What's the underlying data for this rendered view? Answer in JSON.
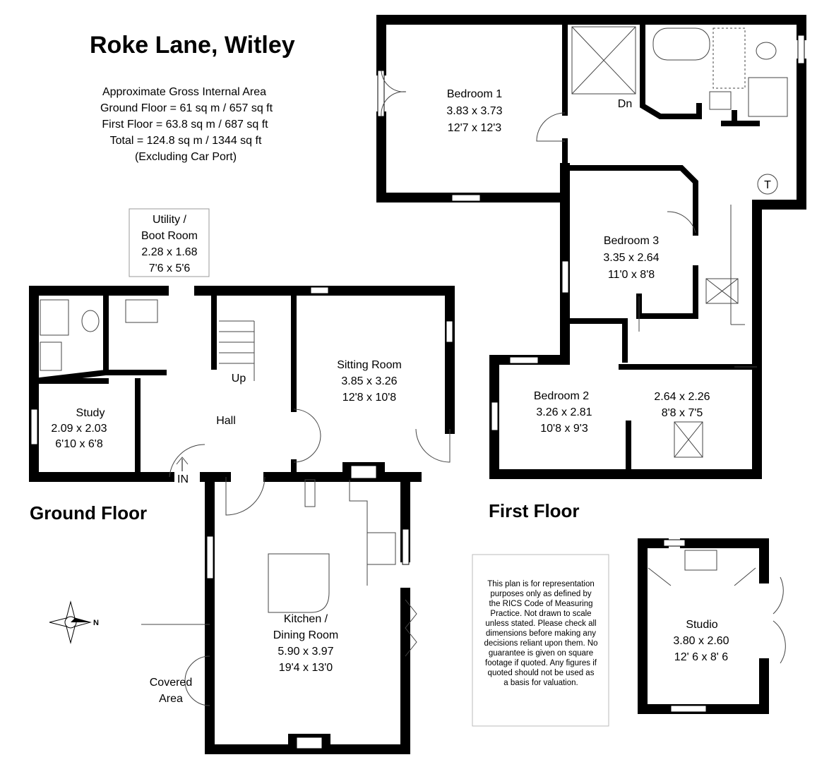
{
  "title": "Roke Lane, Witley",
  "area_summary": [
    "Approximate Gross Internal Area",
    "Ground Floor = 61 sq m / 657 sq ft",
    "First Floor = 63.8 sq m / 687 sq ft",
    "Total = 124.8 sq m / 1344 sq ft",
    "(Excluding Car Port)"
  ],
  "floors": {
    "ground": "Ground Floor",
    "first": "First Floor"
  },
  "ground_rooms": {
    "utility": [
      "Utility /",
      "Boot Room",
      "2.28 x 1.68",
      "7'6 x 5'6"
    ],
    "study": [
      "Study",
      "2.09 x 2.03",
      "6'10 x 6'8"
    ],
    "hall": "Hall",
    "up": "Up",
    "in": "IN",
    "sitting": [
      "Sitting Room",
      "3.85 x 3.26",
      "12'8 x 10'8"
    ],
    "kitchen": [
      "Kitchen /",
      "Dining Room",
      "5.90 x 3.97",
      "19'4 x 13'0"
    ],
    "covered": [
      "Covered",
      "Area"
    ]
  },
  "first_rooms": {
    "bedroom1": [
      "Bedroom 1",
      "3.83 x 3.73",
      "12'7 x 12'3"
    ],
    "dn": "Dn",
    "t": "T",
    "bedroom3": [
      "Bedroom 3",
      "3.35 x 2.64",
      "11'0 x 8'8"
    ],
    "bedroom2": [
      "Bedroom 2",
      "3.26 x 2.81",
      "10'8 x 9'3"
    ],
    "room4": [
      "2.64 x 2.26",
      "8'8 x 7'5"
    ]
  },
  "studio": [
    "Studio",
    "3.80 x 2.60",
    "12' 6 x 8' 6"
  ],
  "compass_label": "N",
  "disclaimer": [
    "This plan is for representation",
    "purposes only as defined by",
    "the RICS Code of Measuring",
    "Practice. Not drawn to scale",
    "unless stated. Please check all",
    "dimensions before making any",
    "decisions reliant upon them. No",
    "guarantee is given on square",
    "footage if quoted. Any figures if",
    "quoted should not be used as",
    "a basis for valuation."
  ]
}
